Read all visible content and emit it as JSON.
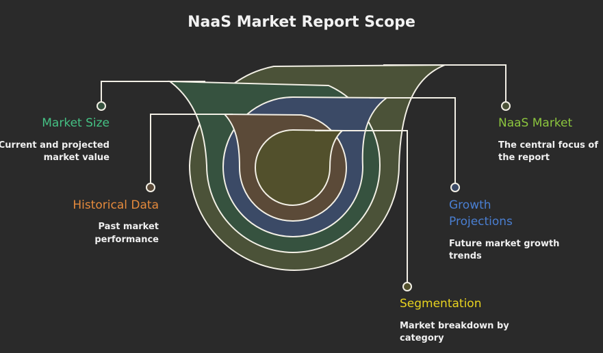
{
  "title": "NaaS Market Report Scope",
  "items": [
    {
      "label": "Market Size",
      "description_lines": [
        "Current and projected",
        "market value"
      ],
      "color": "#45c184"
    },
    {
      "label": "Historical Data",
      "description_lines": [
        "Past market",
        "performance"
      ],
      "color": "#e58a3c"
    },
    {
      "label": "NaaS Market",
      "description_lines": [
        "The central focus of",
        "the report"
      ],
      "color": "#8cc63e"
    },
    {
      "label_lines": [
        "Growth",
        "Projections"
      ],
      "description_lines": [
        "Future market growth",
        "trends"
      ],
      "color": "#4a7fd2"
    },
    {
      "label": "Segmentation",
      "description_lines": [
        "Market breakdown by",
        "category"
      ],
      "color": "#e8d31f"
    }
  ],
  "layer_colors": {
    "naas": "#4b5238",
    "market_size": "#36523f",
    "growth": "#3b4a66",
    "historical": "#5b4a38",
    "segmentation": "#52502c"
  }
}
